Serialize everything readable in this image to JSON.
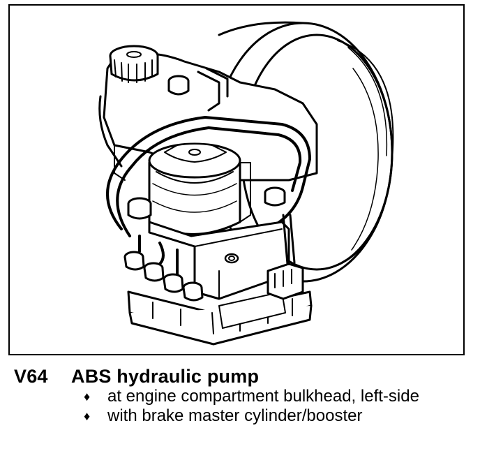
{
  "figure": {
    "icon": "abs-hydraulic-pump-line-drawing"
  },
  "caption": {
    "code": "V64",
    "title": "ABS hydraulic pump",
    "bullet_glyph": "♦",
    "bullets": [
      "at engine compartment bulkhead, left-side",
      "with brake master cylinder/booster"
    ]
  }
}
